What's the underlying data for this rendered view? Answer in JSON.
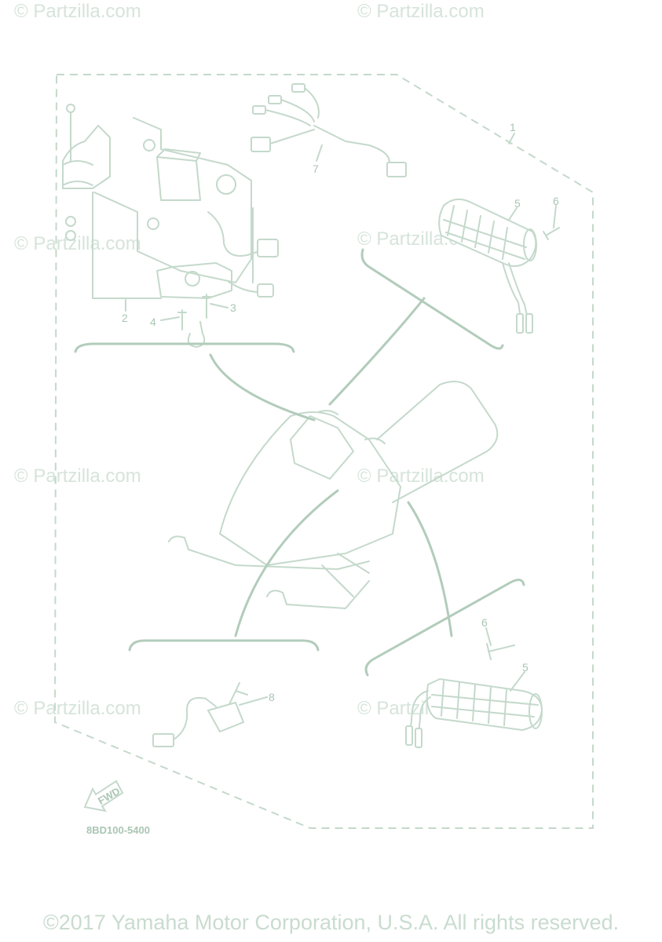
{
  "watermark": "© Partzilla.com",
  "callouts": {
    "c1": "1",
    "c2": "2",
    "c3": "3",
    "c4": "4",
    "c5a": "5",
    "c5b": "5",
    "c6a": "6",
    "c6b": "6",
    "c7": "7",
    "c8": "8"
  },
  "fwd_label": "FWD",
  "diagram_code": "8BD100-5400",
  "copyright": "©2017 Yamaha Motor Corporation, U.S.A. All rights reserved."
}
